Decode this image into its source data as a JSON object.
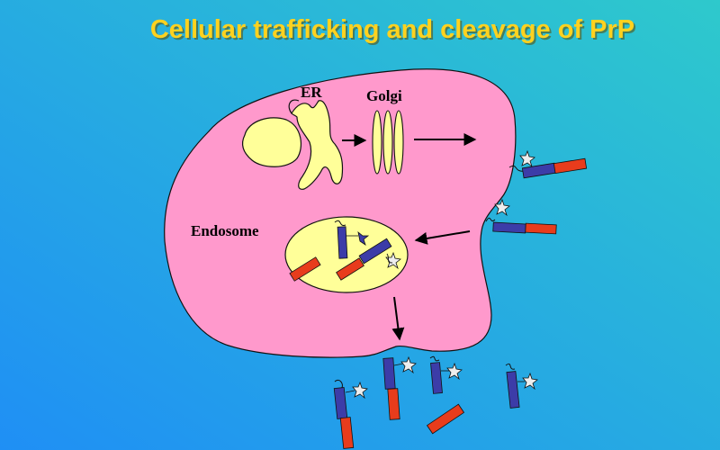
{
  "title": "Cellular trafficking and cleavage of PrP",
  "labels": {
    "er": "ER",
    "golgi": "Golgi",
    "endosome": "Endosome"
  },
  "colors": {
    "background_top_right": "#2ec9cc",
    "background_bottom_left": "#1f8ff5",
    "cell": "#ff99cc",
    "organelle": "#ffff99",
    "title": "#ffd21f",
    "protein_blue": "#3c3ca8",
    "protein_red": "#e83c1c",
    "glycan": "#eeeeee"
  }
}
